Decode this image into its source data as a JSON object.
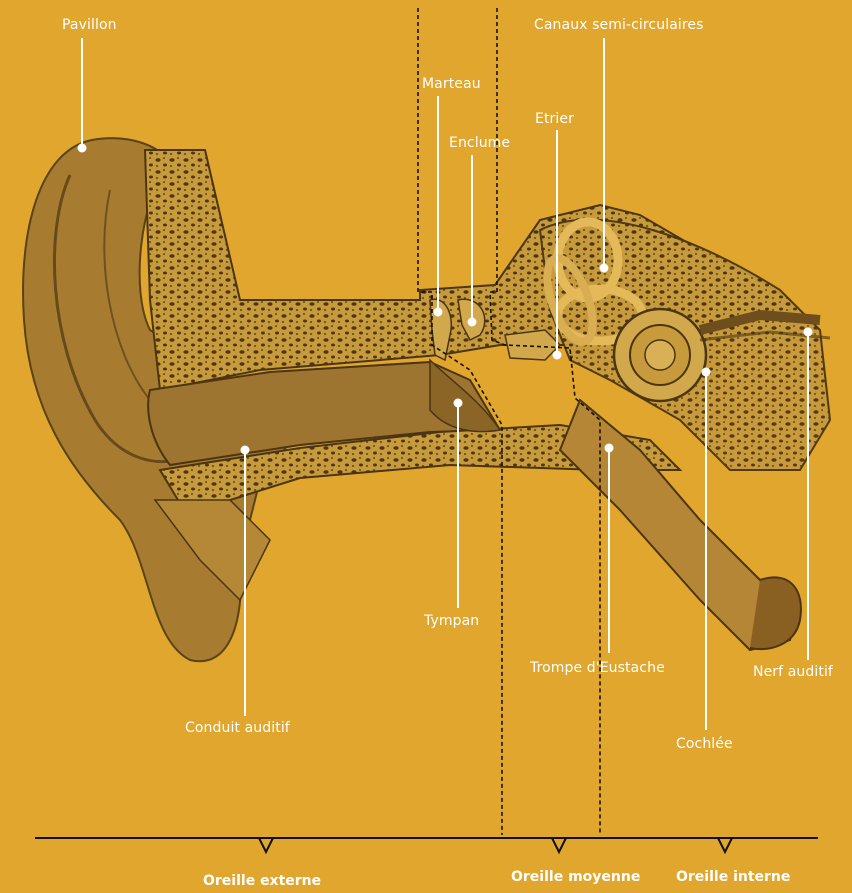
{
  "figure": {
    "background_color": "#E0A62E",
    "ink_color": "#5a4417",
    "label_color": "#ffffff"
  },
  "labels": {
    "pavillon": "Pavillon",
    "canaux": "Canaux semi-circulaires",
    "marteau": "Marteau",
    "enclume": "Enclume",
    "etrier": "Etrier",
    "tympan": "Tympan",
    "trompe": "Trompe d'Eustache",
    "nerf": "Nerf auditif",
    "conduit": "Conduit auditif",
    "cochlee": "Cochlée"
  },
  "sections": {
    "externe": "Oreille externe",
    "moyenne": "Oreille moyenne",
    "interne": "Oreille interne"
  }
}
